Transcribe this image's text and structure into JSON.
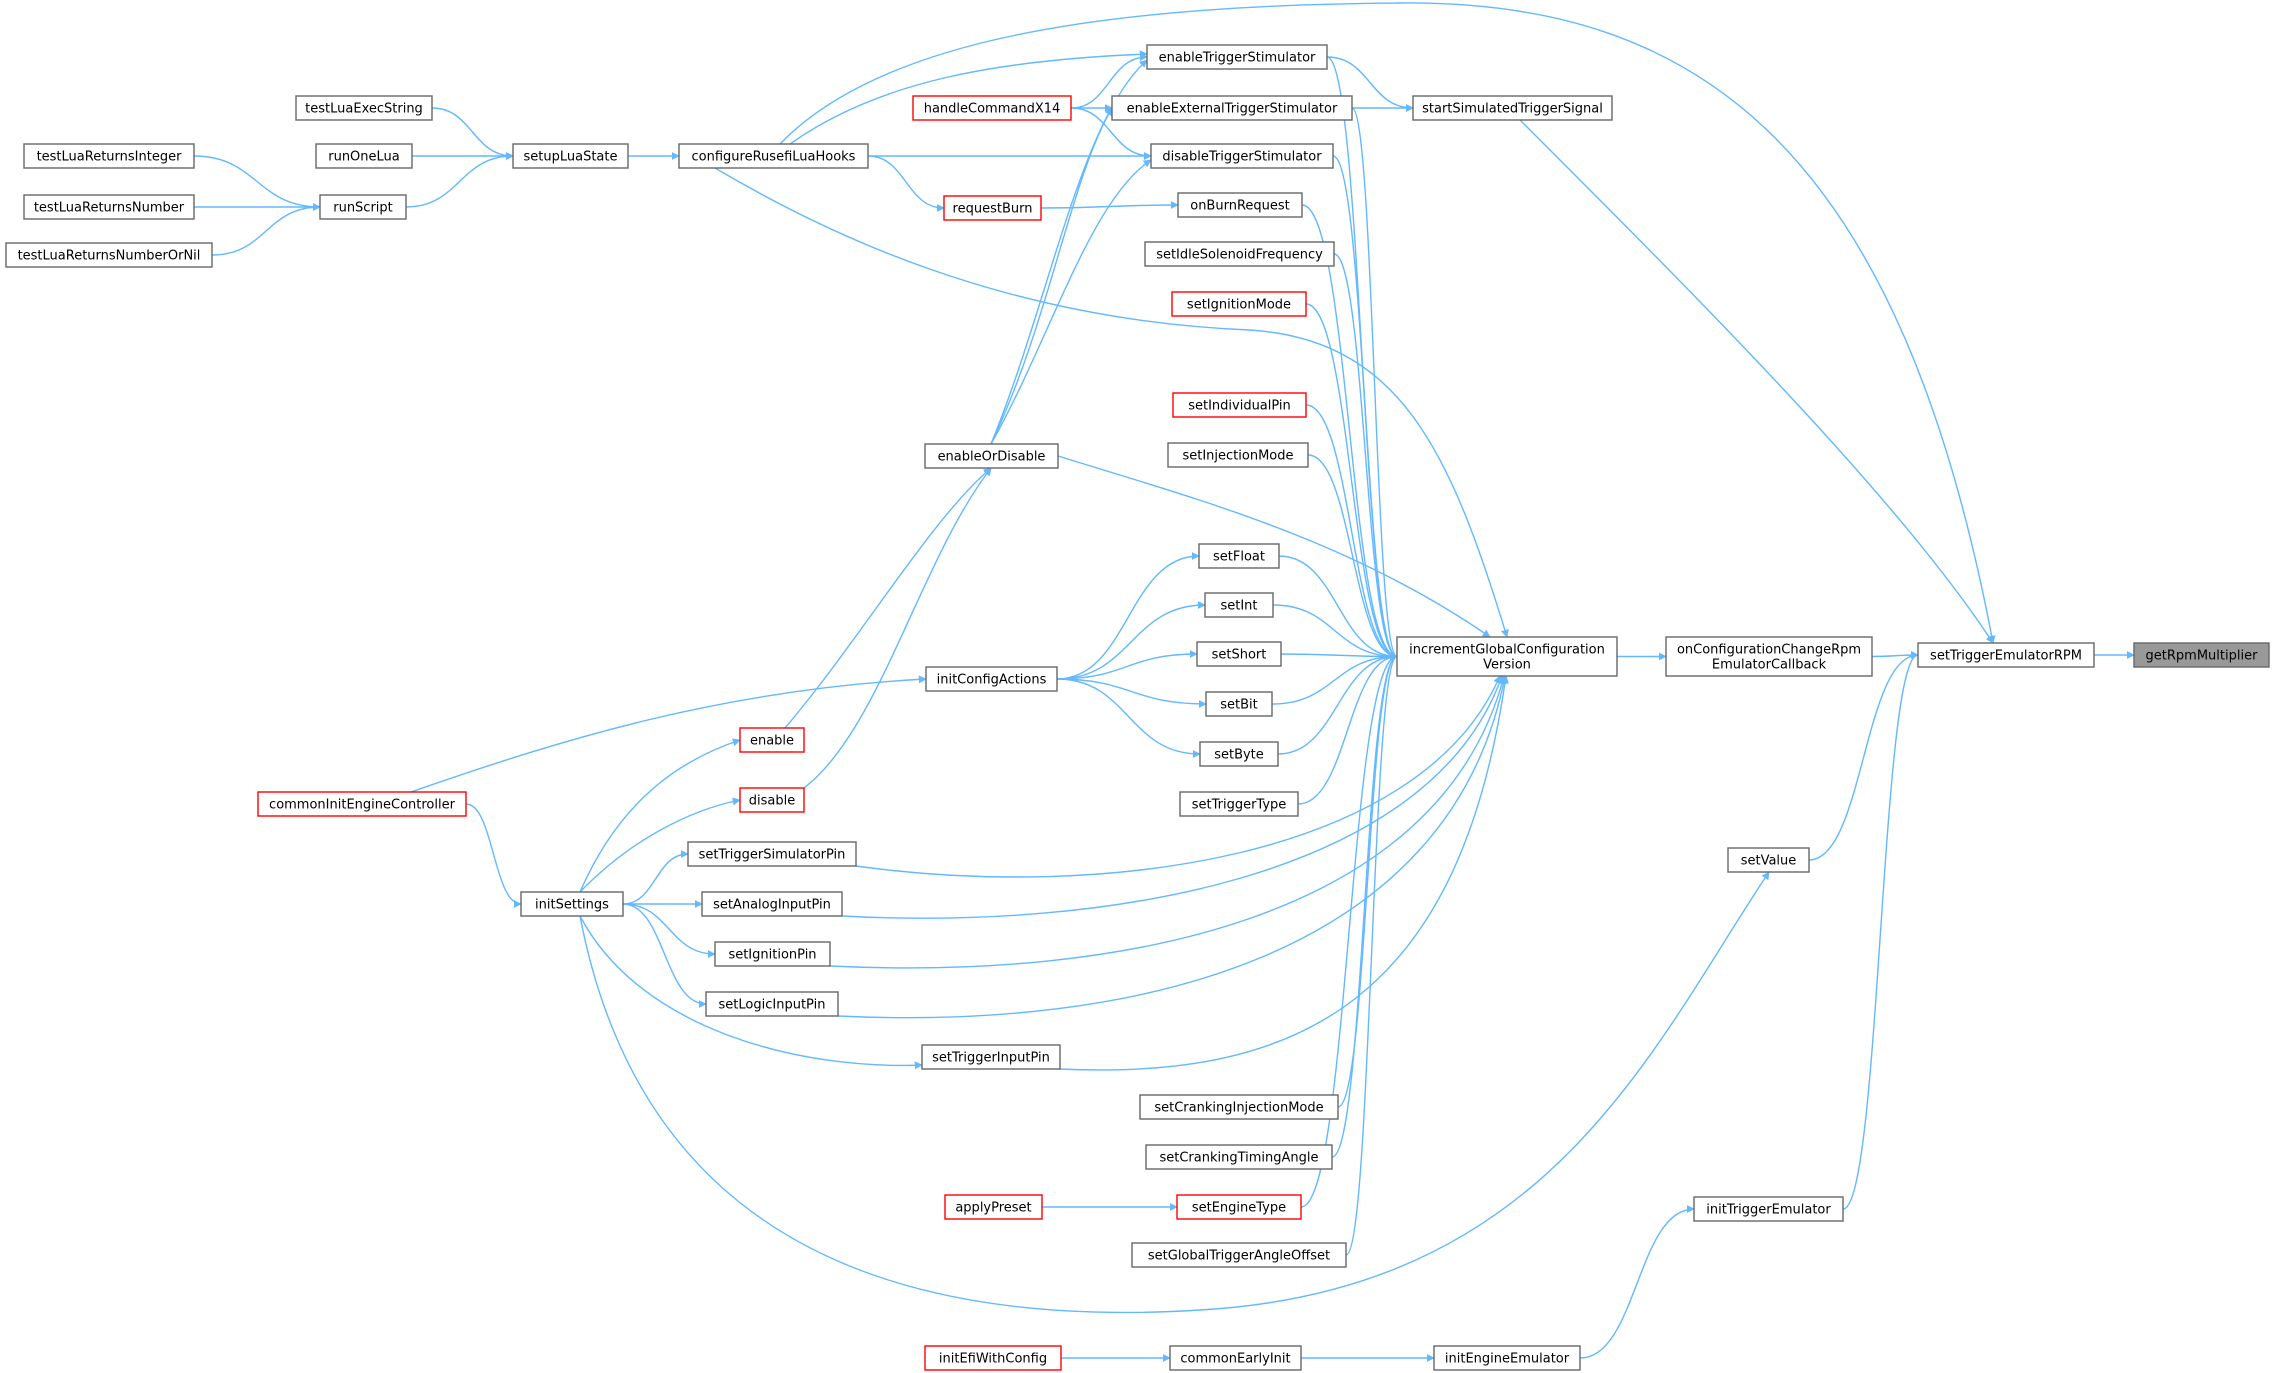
{
  "theme": {
    "edge_color": "#63b8ff",
    "node_border": "#666666",
    "highlight_border": "#ff0000",
    "root_fill": "#999999"
  },
  "nodes": {
    "getRpmMultiplier": {
      "lines": [
        "getRpmMultiplier"
      ],
      "style": "root"
    },
    "setTriggerEmulatorRPM": {
      "lines": [
        "setTriggerEmulatorRPM"
      ]
    },
    "onConfigurationChangeRpmEmulatorCallback": {
      "lines": [
        "onConfigurationChangeRpm",
        "EmulatorCallback"
      ]
    },
    "startSimulatedTriggerSignal": {
      "lines": [
        "startSimulatedTriggerSignal"
      ]
    },
    "setValue": {
      "lines": [
        "setValue"
      ]
    },
    "initTriggerEmulator": {
      "lines": [
        "initTriggerEmulator"
      ]
    },
    "incrementGlobalConfigurationVersion": {
      "lines": [
        "incrementGlobalConfiguration",
        "Version"
      ]
    },
    "initEngineEmulator": {
      "lines": [
        "initEngineEmulator"
      ]
    },
    "enableTriggerStimulator": {
      "lines": [
        "enableTriggerStimulator"
      ]
    },
    "enableExternalTriggerStimulator": {
      "lines": [
        "enableExternalTriggerStimulator"
      ]
    },
    "disableTriggerStimulator": {
      "lines": [
        "disableTriggerStimulator"
      ]
    },
    "onBurnRequest": {
      "lines": [
        "onBurnRequest"
      ]
    },
    "setIdleSolenoidFrequency": {
      "lines": [
        "setIdleSolenoidFrequency"
      ]
    },
    "setIgnitionMode": {
      "lines": [
        "setIgnitionMode"
      ],
      "style": "red"
    },
    "setIndividualPin": {
      "lines": [
        "setIndividualPin"
      ],
      "style": "red"
    },
    "setInjectionMode": {
      "lines": [
        "setInjectionMode"
      ]
    },
    "setFloat": {
      "lines": [
        "setFloat"
      ]
    },
    "setInt": {
      "lines": [
        "setInt"
      ]
    },
    "setShort": {
      "lines": [
        "setShort"
      ]
    },
    "setBit": {
      "lines": [
        "setBit"
      ]
    },
    "setByte": {
      "lines": [
        "setByte"
      ]
    },
    "setTriggerType": {
      "lines": [
        "setTriggerType"
      ]
    },
    "setCrankingInjectionMode": {
      "lines": [
        "setCrankingInjectionMode"
      ]
    },
    "setCrankingTimingAngle": {
      "lines": [
        "setCrankingTimingAngle"
      ]
    },
    "setEngineType": {
      "lines": [
        "setEngineType"
      ],
      "style": "red"
    },
    "setGlobalTriggerAngleOffset": {
      "lines": [
        "setGlobalTriggerAngleOffset"
      ]
    },
    "commonEarlyInit": {
      "lines": [
        "commonEarlyInit"
      ]
    },
    "handleCommandX14": {
      "lines": [
        "handleCommandX14"
      ],
      "style": "red"
    },
    "requestBurn": {
      "lines": [
        "requestBurn"
      ],
      "style": "red"
    },
    "enableOrDisable": {
      "lines": [
        "enableOrDisable"
      ]
    },
    "initConfigActions": {
      "lines": [
        "initConfigActions"
      ]
    },
    "enable": {
      "lines": [
        "enable"
      ],
      "style": "red"
    },
    "disable": {
      "lines": [
        "disable"
      ],
      "style": "red"
    },
    "setTriggerSimulatorPin": {
      "lines": [
        "setTriggerSimulatorPin"
      ]
    },
    "setAnalogInputPin": {
      "lines": [
        "setAnalogInputPin"
      ]
    },
    "setIgnitionPin": {
      "lines": [
        "setIgnitionPin"
      ]
    },
    "setLogicInputPin": {
      "lines": [
        "setLogicInputPin"
      ]
    },
    "setTriggerInputPin": {
      "lines": [
        "setTriggerInputPin"
      ]
    },
    "applyPreset": {
      "lines": [
        "applyPreset"
      ],
      "style": "red"
    },
    "initEfiWithConfig": {
      "lines": [
        "initEfiWithConfig"
      ],
      "style": "red"
    },
    "configureRusefiLuaHooks": {
      "lines": [
        "configureRusefiLuaHooks"
      ]
    },
    "setupLuaState": {
      "lines": [
        "setupLuaState"
      ]
    },
    "testLuaExecString": {
      "lines": [
        "testLuaExecString"
      ]
    },
    "runOneLua": {
      "lines": [
        "runOneLua"
      ]
    },
    "runScript": {
      "lines": [
        "runScript"
      ]
    },
    "testLuaReturnsInteger": {
      "lines": [
        "testLuaReturnsInteger"
      ]
    },
    "testLuaReturnsNumber": {
      "lines": [
        "testLuaReturnsNumber"
      ]
    },
    "testLuaReturnsNumberOrNil": {
      "lines": [
        "testLuaReturnsNumberOrNil"
      ]
    },
    "initSettings": {
      "lines": [
        "initSettings"
      ]
    },
    "commonInitEngineController": {
      "lines": [
        "commonInitEngineController"
      ],
      "style": "red"
    }
  },
  "edges": [
    [
      "setTriggerEmulatorRPM",
      "getRpmMultiplier"
    ],
    [
      "onConfigurationChangeRpmEmulatorCallback",
      "setTriggerEmulatorRPM"
    ],
    [
      "startSimulatedTriggerSignal",
      "setTriggerEmulatorRPM"
    ],
    [
      "setValue",
      "setTriggerEmulatorRPM"
    ],
    [
      "initTriggerEmulator",
      "setTriggerEmulatorRPM"
    ],
    [
      "configureRusefiLuaHooks",
      "setTriggerEmulatorRPM"
    ],
    [
      "incrementGlobalConfigurationVersion",
      "onConfigurationChangeRpmEmulatorCallback"
    ],
    [
      "enableTriggerStimulator",
      "startSimulatedTriggerSignal"
    ],
    [
      "enableExternalTriggerStimulator",
      "startSimulatedTriggerSignal"
    ],
    [
      "initSettings",
      "setValue"
    ],
    [
      "initEngineEmulator",
      "initTriggerEmulator"
    ],
    [
      "commonEarlyInit",
      "initEngineEmulator"
    ],
    [
      "initEfiWithConfig",
      "commonEarlyInit"
    ],
    [
      "enableTriggerStimulator",
      "incrementGlobalConfigurationVersion"
    ],
    [
      "enableExternalTriggerStimulator",
      "incrementGlobalConfigurationVersion"
    ],
    [
      "disableTriggerStimulator",
      "incrementGlobalConfigurationVersion"
    ],
    [
      "onBurnRequest",
      "incrementGlobalConfigurationVersion"
    ],
    [
      "setIdleSolenoidFrequency",
      "incrementGlobalConfigurationVersion"
    ],
    [
      "setIgnitionMode",
      "incrementGlobalConfigurationVersion"
    ],
    [
      "setIndividualPin",
      "incrementGlobalConfigurationVersion"
    ],
    [
      "setInjectionMode",
      "incrementGlobalConfigurationVersion"
    ],
    [
      "setFloat",
      "incrementGlobalConfigurationVersion"
    ],
    [
      "setInt",
      "incrementGlobalConfigurationVersion"
    ],
    [
      "setShort",
      "incrementGlobalConfigurationVersion"
    ],
    [
      "setBit",
      "incrementGlobalConfigurationVersion"
    ],
    [
      "setByte",
      "incrementGlobalConfigurationVersion"
    ],
    [
      "setTriggerType",
      "incrementGlobalConfigurationVersion"
    ],
    [
      "setCrankingInjectionMode",
      "incrementGlobalConfigurationVersion"
    ],
    [
      "setCrankingTimingAngle",
      "incrementGlobalConfigurationVersion"
    ],
    [
      "setEngineType",
      "incrementGlobalConfigurationVersion"
    ],
    [
      "setGlobalTriggerAngleOffset",
      "incrementGlobalConfigurationVersion"
    ],
    [
      "enableOrDisable",
      "incrementGlobalConfigurationVersion"
    ],
    [
      "setTriggerSimulatorPin",
      "incrementGlobalConfigurationVersion"
    ],
    [
      "setAnalogInputPin",
      "incrementGlobalConfigurationVersion"
    ],
    [
      "setIgnitionPin",
      "incrementGlobalConfigurationVersion"
    ],
    [
      "setLogicInputPin",
      "incrementGlobalConfigurationVersion"
    ],
    [
      "setTriggerInputPin",
      "incrementGlobalConfigurationVersion"
    ],
    [
      "configureRusefiLuaHooks",
      "incrementGlobalConfigurationVersion"
    ],
    [
      "configureRusefiLuaHooks",
      "enableTriggerStimulator"
    ],
    [
      "handleCommandX14",
      "enableTriggerStimulator"
    ],
    [
      "enableOrDisable",
      "enableTriggerStimulator"
    ],
    [
      "handleCommandX14",
      "enableExternalTriggerStimulator"
    ],
    [
      "enableOrDisable",
      "enableExternalTriggerStimulator"
    ],
    [
      "configureRusefiLuaHooks",
      "disableTriggerStimulator"
    ],
    [
      "handleCommandX14",
      "disableTriggerStimulator"
    ],
    [
      "enableOrDisable",
      "disableTriggerStimulator"
    ],
    [
      "requestBurn",
      "onBurnRequest"
    ],
    [
      "configureRusefiLuaHooks",
      "requestBurn"
    ],
    [
      "initConfigActions",
      "setFloat"
    ],
    [
      "initConfigActions",
      "setInt"
    ],
    [
      "initConfigActions",
      "setShort"
    ],
    [
      "initConfigActions",
      "setBit"
    ],
    [
      "initConfigActions",
      "setByte"
    ],
    [
      "applyPreset",
      "setEngineType"
    ],
    [
      "enable",
      "enableOrDisable"
    ],
    [
      "disable",
      "enableOrDisable"
    ],
    [
      "commonInitEngineController",
      "initConfigActions"
    ],
    [
      "initSettings",
      "enable"
    ],
    [
      "initSettings",
      "disable"
    ],
    [
      "initSettings",
      "setTriggerSimulatorPin"
    ],
    [
      "initSettings",
      "setAnalogInputPin"
    ],
    [
      "initSettings",
      "setIgnitionPin"
    ],
    [
      "initSettings",
      "setLogicInputPin"
    ],
    [
      "initSettings",
      "setTriggerInputPin"
    ],
    [
      "commonInitEngineController",
      "initSettings"
    ],
    [
      "setupLuaState",
      "configureRusefiLuaHooks"
    ],
    [
      "testLuaExecString",
      "setupLuaState"
    ],
    [
      "runOneLua",
      "setupLuaState"
    ],
    [
      "runScript",
      "setupLuaState"
    ],
    [
      "testLuaReturnsInteger",
      "runScript"
    ],
    [
      "testLuaReturnsNumber",
      "runScript"
    ],
    [
      "testLuaReturnsNumberOrNil",
      "runScript"
    ]
  ]
}
